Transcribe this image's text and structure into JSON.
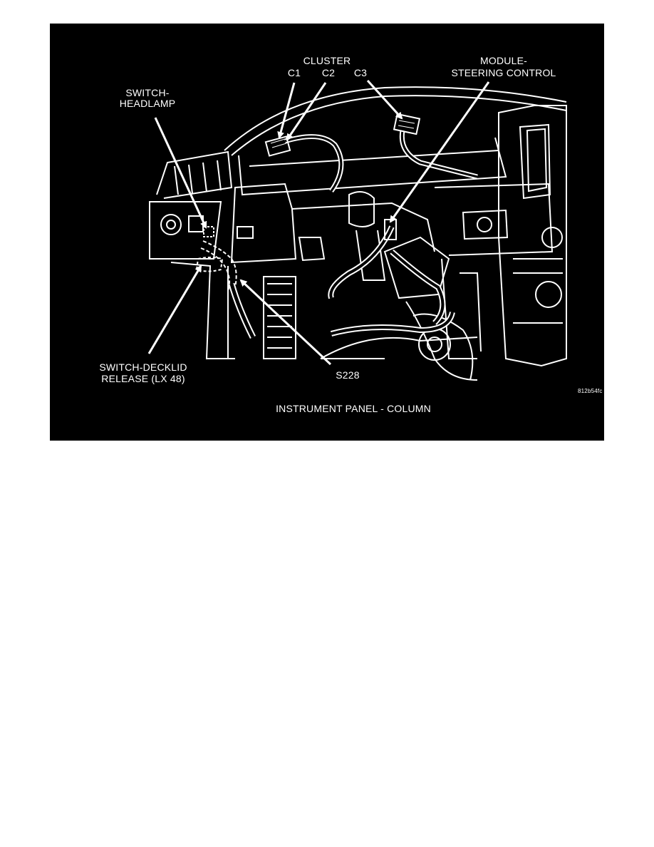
{
  "labels": {
    "cluster": "CLUSTER",
    "c1": "C1",
    "c2": "C2",
    "c3": "C3",
    "module_line1": "MODULE-",
    "module_line2": "STEERING CONTROL",
    "headlamp_line1": "SWITCH-",
    "headlamp_line2": "HEADLAMP",
    "decklid_line1": "SWITCH-DECKLID",
    "decklid_line2": "RELEASE (LX 48)",
    "splice": "S228",
    "figure_code": "812b54fc",
    "caption": "INSTRUMENT PANEL - COLUMN"
  },
  "colors": {
    "background": "#000000",
    "line": "#ffffff"
  }
}
